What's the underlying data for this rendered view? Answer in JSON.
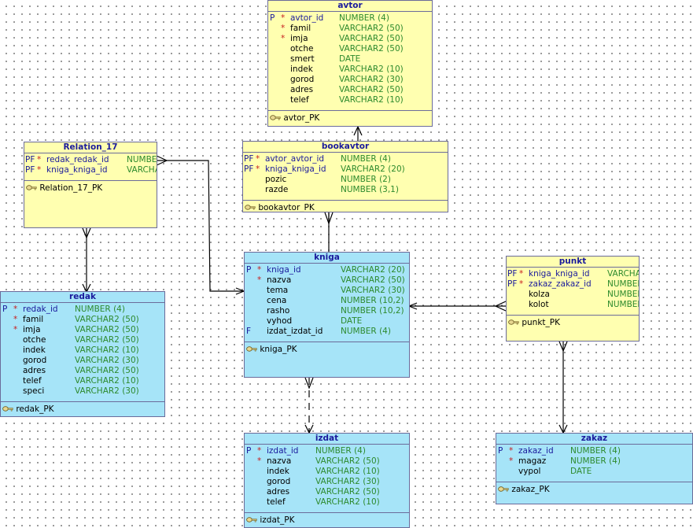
{
  "entities": [
    {
      "id": "avtor",
      "title": "avtor",
      "color": "yellow",
      "columns": [
        {
          "flag": "P",
          "required": true,
          "name": "avtor_id",
          "type": "NUMBER (4)",
          "key": true
        },
        {
          "flag": "",
          "required": true,
          "name": "famil",
          "type": "VARCHAR2 (50)",
          "key": false
        },
        {
          "flag": "",
          "required": true,
          "name": "imja",
          "type": "VARCHAR2 (50)",
          "key": false
        },
        {
          "flag": "",
          "required": false,
          "name": "otche",
          "type": "VARCHAR2 (50)",
          "key": false
        },
        {
          "flag": "",
          "required": false,
          "name": "smert",
          "type": "DATE",
          "key": false
        },
        {
          "flag": "",
          "required": false,
          "name": "indek",
          "type": "VARCHAR2 (10)",
          "key": false
        },
        {
          "flag": "",
          "required": false,
          "name": "gorod",
          "type": "VARCHAR2 (30)",
          "key": false
        },
        {
          "flag": "",
          "required": false,
          "name": "adres",
          "type": "VARCHAR2 (50)",
          "key": false
        },
        {
          "flag": "",
          "required": false,
          "name": "telef",
          "type": "VARCHAR2 (10)",
          "key": false
        }
      ],
      "pk": "avtor_PK"
    },
    {
      "id": "relation17",
      "title": "Relation_17",
      "color": "yellow",
      "columns": [
        {
          "flag": "PF",
          "required": true,
          "name": "redak_redak_id",
          "type": "NUMBER",
          "key": true
        },
        {
          "flag": "PF",
          "required": true,
          "name": "kniga_kniga_id",
          "type": "VARCHAR",
          "key": true
        }
      ],
      "pk": "Relation_17_PK"
    },
    {
      "id": "bookavtor",
      "title": "bookavtor",
      "color": "yellow",
      "columns": [
        {
          "flag": "PF",
          "required": true,
          "name": "avtor_avtor_id",
          "type": "NUMBER (4)",
          "key": true
        },
        {
          "flag": "PF",
          "required": true,
          "name": "kniga_kniga_id",
          "type": "VARCHAR2 (20)",
          "key": true
        },
        {
          "flag": "",
          "required": false,
          "name": "pozic",
          "type": "NUMBER (2)",
          "key": false
        },
        {
          "flag": "",
          "required": false,
          "name": "razde",
          "type": "NUMBER (3,1)",
          "key": false
        }
      ],
      "pk": "bookavtor_PK"
    },
    {
      "id": "kniga",
      "title": "kniga",
      "color": "blue",
      "columns": [
        {
          "flag": "P",
          "required": true,
          "name": "kniga_id",
          "type": "VARCHAR2 (20)",
          "key": true
        },
        {
          "flag": "",
          "required": true,
          "name": "nazva",
          "type": "VARCHAR2 (50)",
          "key": false
        },
        {
          "flag": "",
          "required": false,
          "name": "tema",
          "type": "VARCHAR2 (30)",
          "key": false
        },
        {
          "flag": "",
          "required": false,
          "name": "cena",
          "type": "NUMBER (10,2)",
          "key": false
        },
        {
          "flag": "",
          "required": false,
          "name": "rasho",
          "type": "NUMBER (10,2)",
          "key": false
        },
        {
          "flag": "",
          "required": false,
          "name": "vyhod",
          "type": "DATE",
          "key": false
        },
        {
          "flag": "F",
          "required": false,
          "name": "izdat_izdat_id",
          "type": "NUMBER (4)",
          "key": false
        }
      ],
      "pk": "kniga_PK"
    },
    {
      "id": "punkt",
      "title": "punkt",
      "color": "yellow",
      "columns": [
        {
          "flag": "PF",
          "required": true,
          "name": "kniga_kniga_id",
          "type": "VARCHA",
          "key": true
        },
        {
          "flag": "PF",
          "required": true,
          "name": "zakaz_zakaz_id",
          "type": "NUMBER",
          "key": true
        },
        {
          "flag": "",
          "required": false,
          "name": "kolza",
          "type": "NUMBER",
          "key": false
        },
        {
          "flag": "",
          "required": false,
          "name": "kolot",
          "type": "NUMBER",
          "key": false
        }
      ],
      "pk": "punkt_PK"
    },
    {
      "id": "redak",
      "title": "redak",
      "color": "blue",
      "columns": [
        {
          "flag": "P",
          "required": true,
          "name": "redak_id",
          "type": "NUMBER (4)",
          "key": true
        },
        {
          "flag": "",
          "required": true,
          "name": "famil",
          "type": "VARCHAR2 (50)",
          "key": false
        },
        {
          "flag": "",
          "required": true,
          "name": "imja",
          "type": "VARCHAR2 (50)",
          "key": false
        },
        {
          "flag": "",
          "required": false,
          "name": "otche",
          "type": "VARCHAR2 (50)",
          "key": false
        },
        {
          "flag": "",
          "required": false,
          "name": "indek",
          "type": "VARCHAR2 (10)",
          "key": false
        },
        {
          "flag": "",
          "required": false,
          "name": "gorod",
          "type": "VARCHAR2 (30)",
          "key": false
        },
        {
          "flag": "",
          "required": false,
          "name": "adres",
          "type": "VARCHAR2 (50)",
          "key": false
        },
        {
          "flag": "",
          "required": false,
          "name": "telef",
          "type": "VARCHAR2 (10)",
          "key": false
        },
        {
          "flag": "",
          "required": false,
          "name": "speci",
          "type": "VARCHAR2 (30)",
          "key": false
        }
      ],
      "pk": "redak_PK"
    },
    {
      "id": "izdat",
      "title": "izdat",
      "color": "blue",
      "columns": [
        {
          "flag": "P",
          "required": true,
          "name": "izdat_id",
          "type": "NUMBER (4)",
          "key": true
        },
        {
          "flag": "",
          "required": true,
          "name": "nazva",
          "type": "VARCHAR2 (50)",
          "key": false
        },
        {
          "flag": "",
          "required": false,
          "name": "indek",
          "type": "VARCHAR2 (10)",
          "key": false
        },
        {
          "flag": "",
          "required": false,
          "name": "gorod",
          "type": "VARCHAR2 (30)",
          "key": false
        },
        {
          "flag": "",
          "required": false,
          "name": "adres",
          "type": "VARCHAR2 (50)",
          "key": false
        },
        {
          "flag": "",
          "required": false,
          "name": "telef",
          "type": "VARCHAR2 (10)",
          "key": false
        }
      ],
      "pk": "izdat_PK"
    },
    {
      "id": "zakaz",
      "title": "zakaz",
      "color": "blue",
      "columns": [
        {
          "flag": "P",
          "required": true,
          "name": "zakaz_id",
          "type": "NUMBER (4)",
          "key": true
        },
        {
          "flag": "",
          "required": true,
          "name": "magaz",
          "type": "NUMBER (4)",
          "key": false
        },
        {
          "flag": "",
          "required": false,
          "name": "vypol",
          "type": "DATE",
          "key": false
        }
      ],
      "pk": "zakaz_PK"
    }
  ],
  "relationships": [
    {
      "from": "bookavtor",
      "to": "avtor",
      "style": "solid"
    },
    {
      "from": "bookavtor",
      "to": "kniga",
      "style": "solid"
    },
    {
      "from": "relation17",
      "to": "kniga",
      "style": "solid"
    },
    {
      "from": "relation17",
      "to": "redak",
      "style": "solid"
    },
    {
      "from": "punkt",
      "to": "kniga",
      "style": "solid"
    },
    {
      "from": "punkt",
      "to": "zakaz",
      "style": "solid"
    },
    {
      "from": "kniga",
      "to": "izdat",
      "style": "dashed"
    }
  ],
  "colors": {
    "table_yellow": "#ffffb0",
    "table_blue": "#a6e4f8",
    "border": "#6b6b9a",
    "title": "#1a1a9c",
    "key_column": "#1a1a9c",
    "required_star": "#c81e1e",
    "datatype": "#2d8a2d"
  }
}
